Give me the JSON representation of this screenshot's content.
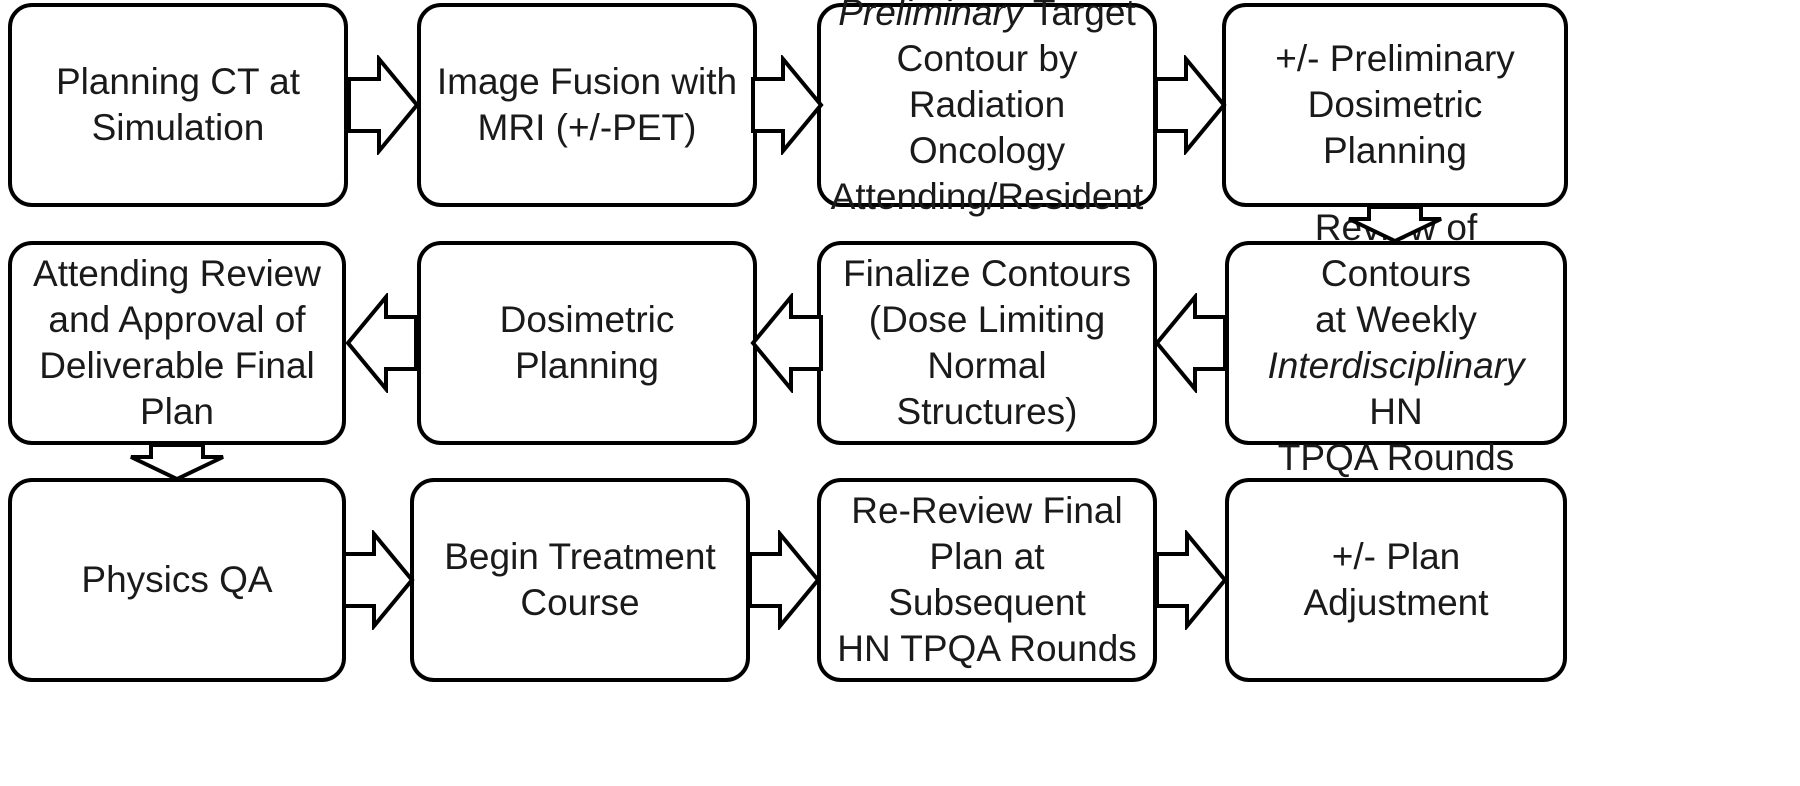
{
  "steps": [
    {
      "id": "planning_ct",
      "lines": [
        [
          {
            "t": "Planning CT at"
          }
        ],
        [
          {
            "t": "Simulation"
          }
        ]
      ]
    },
    {
      "id": "image_fusion",
      "lines": [
        [
          {
            "t": "Image Fusion with"
          }
        ],
        [
          {
            "t": "MRI (+/-PET)"
          }
        ]
      ]
    },
    {
      "id": "preliminary_contour",
      "lines": [
        [
          {
            "t": "Preliminary",
            "i": true
          },
          {
            "t": " Target"
          }
        ],
        [
          {
            "t": "Contour by"
          }
        ],
        [
          {
            "t": "Radiation Oncology"
          }
        ],
        [
          {
            "t": "Attending/Resident"
          }
        ]
      ]
    },
    {
      "id": "preliminary_dosimetric",
      "lines": [
        [
          {
            "t": "+/- Preliminary"
          }
        ],
        [
          {
            "t": "Dosimetric Planning"
          }
        ]
      ]
    },
    {
      "id": "review_contours",
      "lines": [
        [
          {
            "t": "Review of Contours"
          }
        ],
        [
          {
            "t": "at Weekly"
          }
        ],
        [
          {
            "t": "Interdisciplinary",
            "i": true
          },
          {
            "t": " HN"
          }
        ],
        [
          {
            "t": "TPQA Rounds"
          }
        ]
      ]
    },
    {
      "id": "finalize_contours",
      "lines": [
        [
          {
            "t": "Finalize Contours"
          }
        ],
        [
          {
            "t": "(Dose Limiting"
          }
        ],
        [
          {
            "t": "Normal Structures)"
          }
        ]
      ]
    },
    {
      "id": "dosimetric_planning",
      "lines": [
        [
          {
            "t": "Dosimetric Planning"
          }
        ]
      ]
    },
    {
      "id": "attending_review",
      "lines": [
        [
          {
            "t": "Attending Review"
          }
        ],
        [
          {
            "t": "and Approval of"
          }
        ],
        [
          {
            "t": "Deliverable Final"
          }
        ],
        [
          {
            "t": "Plan"
          }
        ]
      ]
    },
    {
      "id": "physics_qa",
      "lines": [
        [
          {
            "t": "Physics QA"
          }
        ]
      ]
    },
    {
      "id": "begin_treatment",
      "lines": [
        [
          {
            "t": "Begin Treatment"
          }
        ],
        [
          {
            "t": "Course"
          }
        ]
      ]
    },
    {
      "id": "re_review",
      "lines": [
        [
          {
            "t": "Re-Review Final"
          }
        ],
        [
          {
            "t": "Plan at Subsequent"
          }
        ],
        [
          {
            "t": "HN TPQA Rounds"
          }
        ]
      ]
    },
    {
      "id": "plan_adjustment",
      "lines": [
        [
          {
            "t": "+/- Plan Adjustment"
          }
        ]
      ]
    }
  ],
  "connections": [
    {
      "from": "planning_ct",
      "to": "image_fusion"
    },
    {
      "from": "image_fusion",
      "to": "preliminary_contour"
    },
    {
      "from": "preliminary_contour",
      "to": "preliminary_dosimetric"
    },
    {
      "from": "preliminary_dosimetric",
      "to": "review_contours"
    },
    {
      "from": "review_contours",
      "to": "finalize_contours"
    },
    {
      "from": "finalize_contours",
      "to": "dosimetric_planning"
    },
    {
      "from": "dosimetric_planning",
      "to": "attending_review"
    },
    {
      "from": "attending_review",
      "to": "physics_qa"
    },
    {
      "from": "physics_qa",
      "to": "begin_treatment"
    },
    {
      "from": "begin_treatment",
      "to": "re_review"
    },
    {
      "from": "re_review",
      "to": "plan_adjustment"
    }
  ]
}
